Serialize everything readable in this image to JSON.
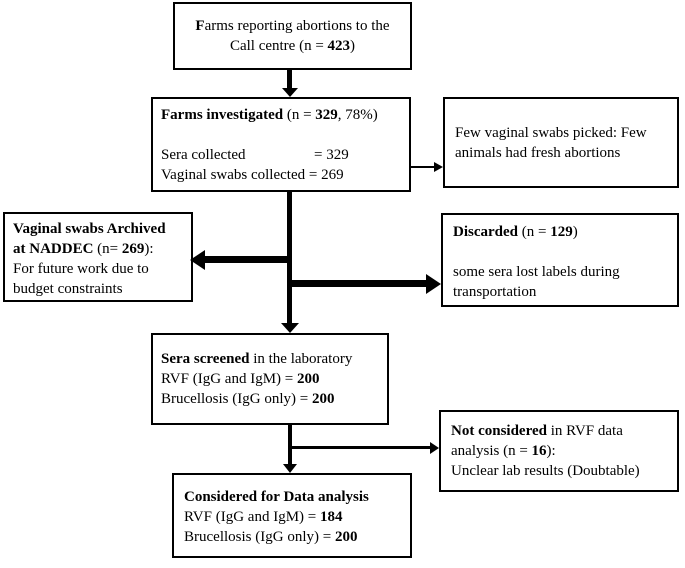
{
  "colors": {
    "line": "#000000",
    "background": "#ffffff",
    "text": "#000000"
  },
  "boxes": {
    "farms_reporting": {
      "line1_bold": "F",
      "line1_rest": "arms reporting abortions to the",
      "line2_pre": "Call centre (n = ",
      "line2_n": "423",
      "line2_post": ")"
    },
    "farms_investigated": {
      "title_bold": "Farms investigated",
      "title_mid": " (n = ",
      "title_n": "329",
      "title_post": ", 78%)",
      "sera_label": "Sera collected",
      "sera_value": "= 329",
      "swabs_line": "Vaginal swabs collected = 269"
    },
    "few_swabs": {
      "text": "Few vaginal swabs picked: Few animals had fresh abortions"
    },
    "archived": {
      "title_line1_bold": "Vaginal swabs Archived",
      "title_line2_bold": "at NADDEC",
      "title_line2_mid": " (n= ",
      "title_line2_n": "269",
      "title_line2_post": "):",
      "body": "For future work due to budget constraints"
    },
    "discarded": {
      "title_bold": "Discarded",
      "title_mid": " (n = ",
      "title_n": "129",
      "title_post": ")",
      "body": "some sera lost labels during transportation"
    },
    "sera_screened": {
      "title_bold": "Sera screened",
      "title_rest": " in the laboratory",
      "rvf_pre": "RVF (IgG and IgM) = ",
      "rvf_n": "200",
      "brucellosis_pre": "Brucellosis (IgG only) = ",
      "brucellosis_n": "200"
    },
    "not_considered": {
      "title_bold": "Not considered",
      "title_rest": " in RVF data",
      "line2_pre": "analysis (n = ",
      "line2_n": "16",
      "line2_post": "):",
      "body": "Unclear lab results (Doubtable)"
    },
    "considered": {
      "title_bold": "Considered for Data analysis",
      "rvf_pre": "RVF (IgG and IgM) = ",
      "rvf_n": "184",
      "brucellosis_pre": "Brucellosis (IgG only) = ",
      "brucellosis_n": "200"
    }
  }
}
